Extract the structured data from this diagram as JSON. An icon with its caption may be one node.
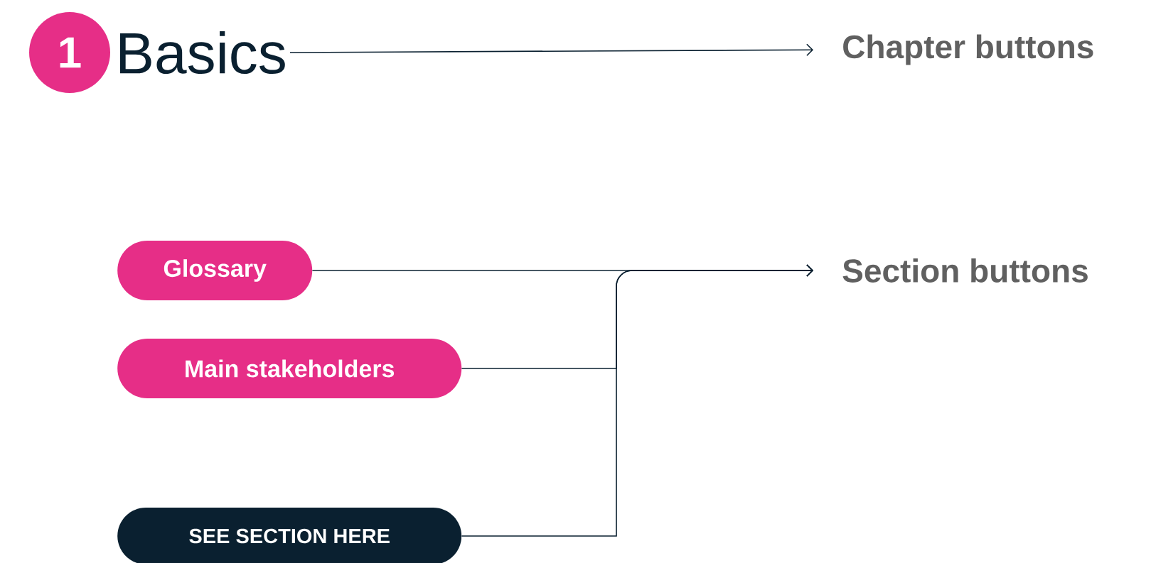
{
  "diagram": {
    "nodes": [
      {
        "text": [
          "1"
        ]
      },
      {
        "text": [
          "Basics"
        ]
      },
      {
        "text": [
          "Chapter buttons"
        ]
      },
      {
        "text": [
          "Glossary"
        ]
      },
      {
        "text": [
          "Main stakeholders"
        ]
      },
      {
        "text": [
          "SEE SECTION HERE"
        ]
      },
      {
        "text": [
          "Section buttons"
        ]
      }
    ],
    "edges": [
      {
        "from": 1,
        "to": 2,
        "arrow": "to"
      },
      {
        "from": 3,
        "to": 6,
        "arrow": "to"
      },
      {
        "from": 4,
        "to": 6,
        "arrow": "to"
      },
      {
        "from": 5,
        "to": 6,
        "arrow": "to"
      }
    ]
  }
}
